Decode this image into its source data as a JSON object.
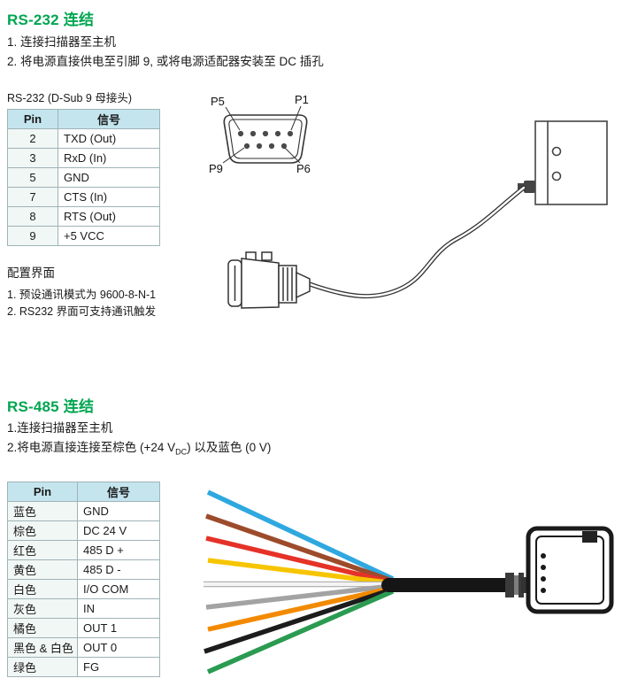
{
  "colors": {
    "heading": "#00A551",
    "table_header_bg": "#C4E5EE",
    "pin_col_bg": "#F1F7F4",
    "table_border": "#9FB3B8"
  },
  "rs232": {
    "title": "RS-232 连结",
    "steps": [
      "1. 连接扫描器至主机",
      "2. 将电源直接供电至引脚 9, 或将电源适配器安装至 DC 插孔"
    ],
    "caption": "RS-232 (D-Sub 9 母接头)",
    "table": {
      "headers": [
        "Pin",
        "信号"
      ],
      "rows": [
        [
          "2",
          "TXD (Out)"
        ],
        [
          "3",
          "RxD (In)"
        ],
        [
          "5",
          "GND"
        ],
        [
          "7",
          "CTS (In)"
        ],
        [
          "8",
          "RTS (Out)"
        ],
        [
          "9",
          "+5 VCC"
        ]
      ]
    },
    "connector": {
      "top_left": "P5",
      "top_right": "P1",
      "bottom_left": "P9",
      "bottom_right": "P6"
    },
    "config": {
      "title": "配置界面",
      "items": [
        "1. 预设通讯模式为 9600-8-N-1",
        "2. RS232 界面可支持通讯触发"
      ]
    }
  },
  "rs485": {
    "title": "RS-485 连结",
    "step1": "1.连接扫描器至主机",
    "step2_pre": "2.将电源直接连接至棕色 (+24 V",
    "step2_sub": "DC",
    "step2_post": ") 以及蓝色 (0 V)",
    "table": {
      "headers": [
        "Pin",
        "信号"
      ],
      "rows": [
        [
          "蓝色",
          "GND"
        ],
        [
          "棕色",
          "DC 24 V"
        ],
        [
          "红色",
          "485 D +"
        ],
        [
          "黄色",
          "485 D -"
        ],
        [
          "白色",
          "I/O COM"
        ],
        [
          "灰色",
          "IN"
        ],
        [
          "橘色",
          "OUT 1"
        ],
        [
          "黑色 & 白色",
          "OUT 0"
        ],
        [
          "绿色",
          "FG"
        ]
      ]
    },
    "wires": [
      {
        "name": "blue",
        "color": "#2FA8DF"
      },
      {
        "name": "brown",
        "color": "#9C4B2B"
      },
      {
        "name": "red",
        "color": "#E53228"
      },
      {
        "name": "yellow",
        "color": "#F6C500"
      },
      {
        "name": "white",
        "color": "#F4F4F4"
      },
      {
        "name": "gray",
        "color": "#A3A3A3"
      },
      {
        "name": "orange",
        "color": "#F28A00"
      },
      {
        "name": "black",
        "color": "#1C1C1C"
      },
      {
        "name": "green",
        "color": "#2B9B52"
      }
    ]
  }
}
